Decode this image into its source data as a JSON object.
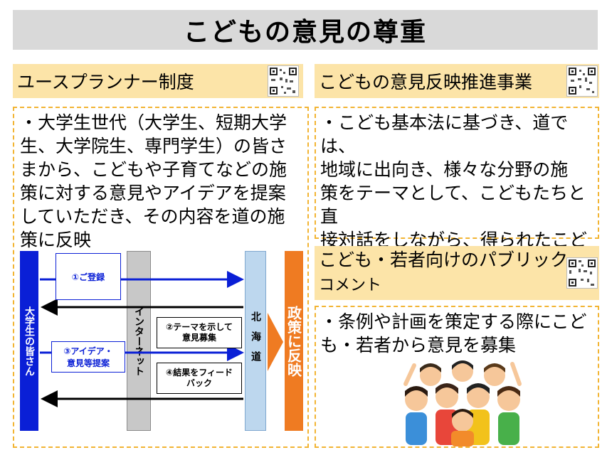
{
  "title": "こどもの意見の尊重",
  "left": {
    "heading": "ユースプランナー制度",
    "body": "・大学生世代（大学生、短期大学\n生、大学院生、専門学生）の皆さ\nまから、こどもや子育てなどの施\n策に対する意見やアイデアを提案\nしていただき、その内容を道の施\n策に反映",
    "diagram": {
      "students": "大学生の皆さん",
      "internet": "インターネット",
      "hokkaido": "北海道",
      "policy": "政策に反映",
      "step1": "①ご登録",
      "step2": "②テーマを示して\n意見募集",
      "step3": "③アイデア・\n意見等提案",
      "step4": "④結果をフィード\nバック"
    }
  },
  "right_top": {
    "heading": "こどもの意見反映推進事業",
    "body": "・こども基本法に基づき、道では、\n地域に出向き、様々な分野の施\n策をテーマとして、こどもたちと直\n接対話をしながら、得られたこど\nもたちの意見を道の施策に反映"
  },
  "right_bottom": {
    "heading_line1": "こども・若者向けのパブリック",
    "heading_line2": "コメント",
    "body": "・条例や計画を策定する際にこど\nも・若者から意見を募集"
  },
  "colors": {
    "accent_yellow": "#fce4a8",
    "dash": "#f2b433",
    "blue": "#0a1fd6",
    "orange": "#ef7b22"
  },
  "icons": [
    "qr-code-icon",
    "children-illustration"
  ]
}
